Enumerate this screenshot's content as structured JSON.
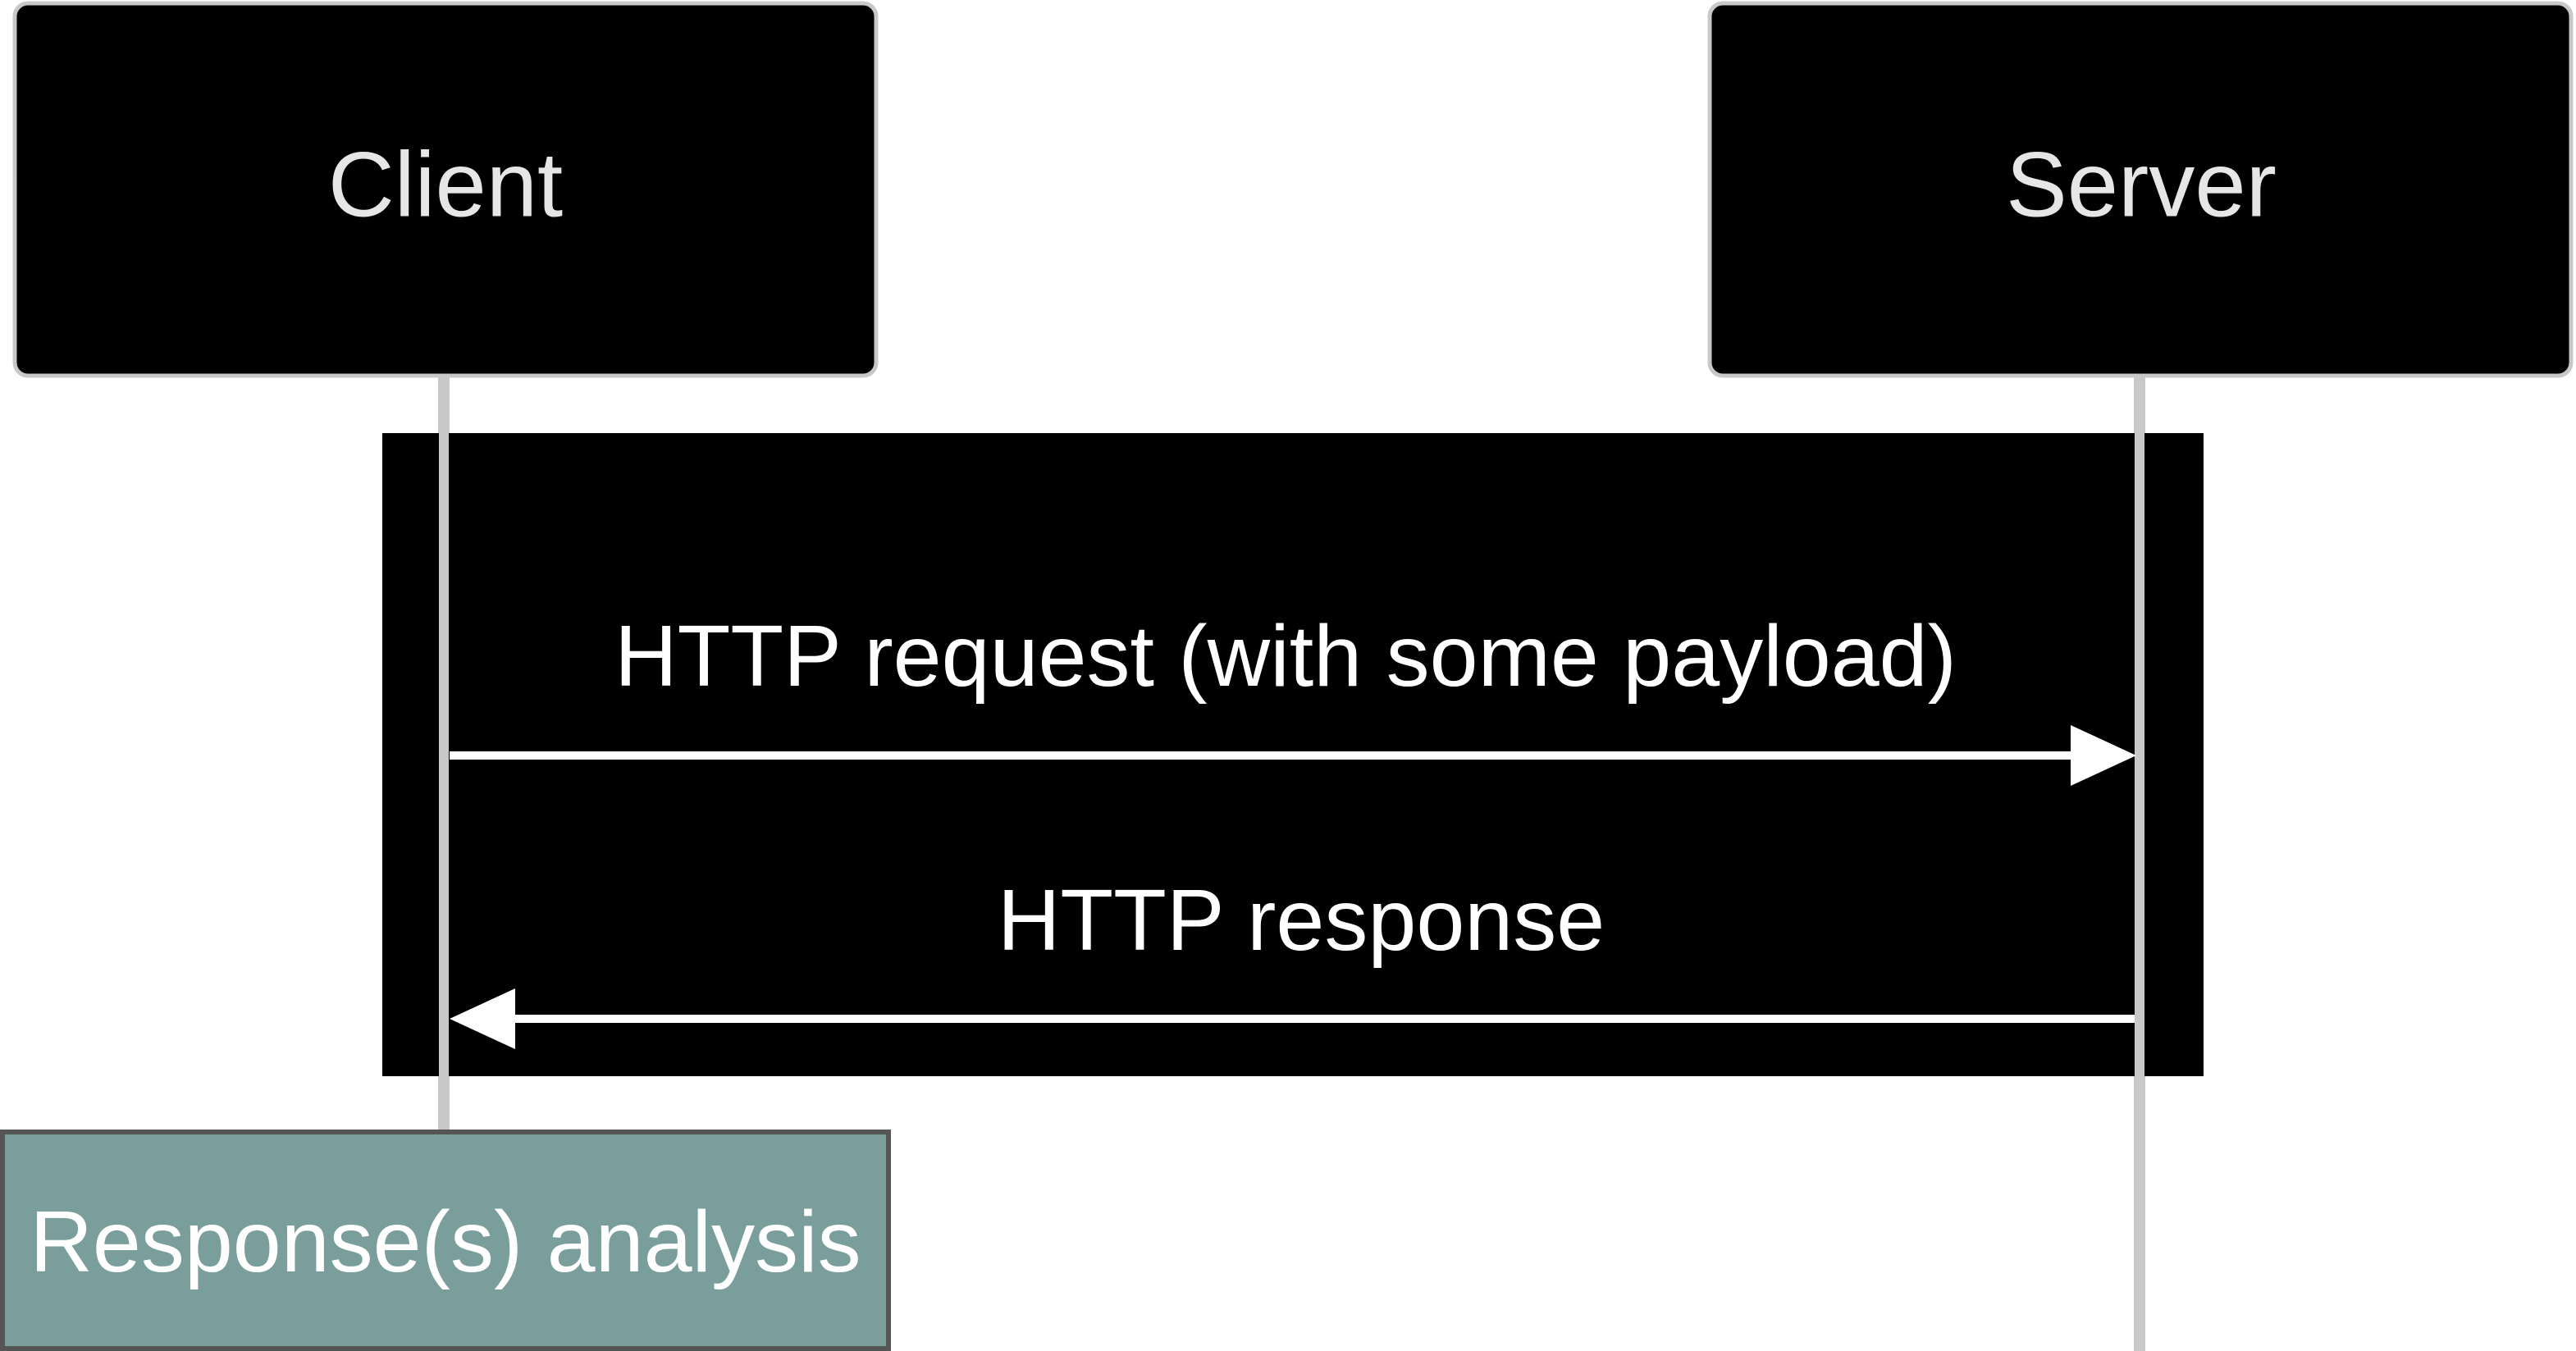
{
  "participants": {
    "client": {
      "label": "Client"
    },
    "server": {
      "label": "Server"
    }
  },
  "messages": {
    "request": {
      "label": "HTTP request (with some payload)",
      "from": "client",
      "to": "server"
    },
    "response": {
      "label": "HTTP response",
      "from": "server",
      "to": "client"
    }
  },
  "note": {
    "label": "Response(s) analysis"
  },
  "colors": {
    "participant_fill": "#000000",
    "participant_border": "#c8c8c8",
    "participant_text": "#e6e6e6",
    "lifeline": "#c8c8c8",
    "block_fill": "#000000",
    "arrow": "#ffffff",
    "message_text": "#ffffff",
    "note_fill": "#7a9e9b",
    "note_border": "#555555",
    "note_text": "#ffffff"
  }
}
